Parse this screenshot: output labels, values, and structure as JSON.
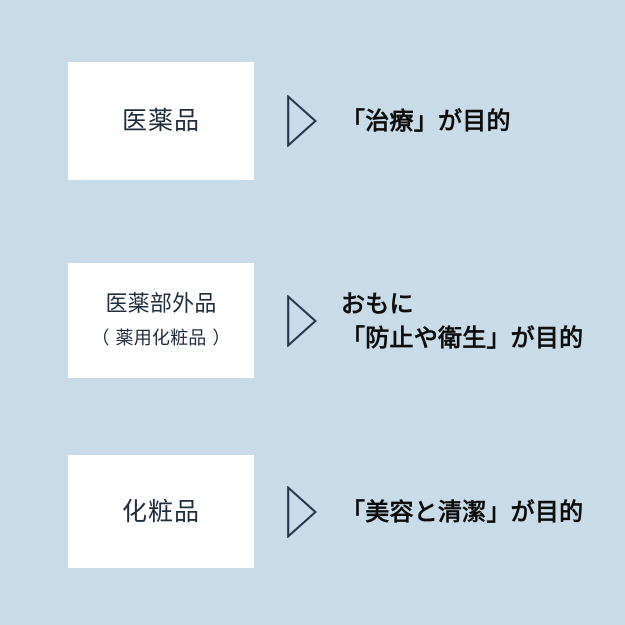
{
  "theme": {
    "background_color": "#c8dbe8",
    "card_background_color": "#ffffff",
    "card_text_color": "#1f2d3d",
    "description_text_color": "#0c0c0c",
    "arrow_stroke_color": "#24384d"
  },
  "rows": [
    {
      "category": "医薬品",
      "category_sub": "",
      "arrow_icon": "triangle-right-outline-icon",
      "description_lines": [
        "「治療」が目的"
      ]
    },
    {
      "category": "医薬部外品",
      "category_sub": "（ 薬用化粧品 ）",
      "arrow_icon": "triangle-right-outline-icon",
      "description_lines": [
        "おもに",
        "「防止や衛生」が目的"
      ]
    },
    {
      "category": "化粧品",
      "category_sub": "",
      "arrow_icon": "triangle-right-outline-icon",
      "description_lines": [
        "「美容と清潔」が目的"
      ]
    }
  ]
}
